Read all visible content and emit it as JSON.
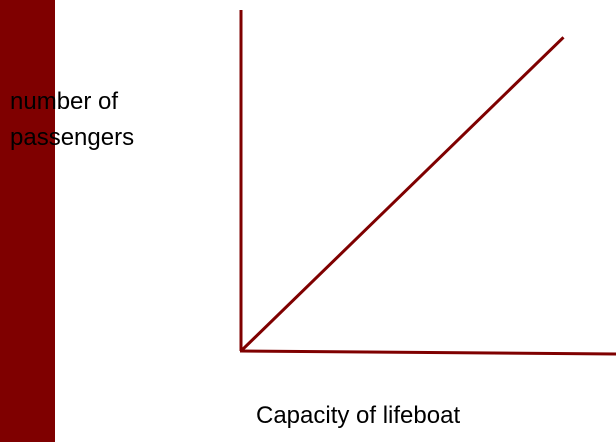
{
  "chart_data": {
    "type": "line",
    "title": "",
    "xlabel": "Capacity of lifeboat",
    "ylabel_lines": [
      "number of",
      "passengers"
    ],
    "grid": false,
    "legend": "none",
    "colors": {
      "axis": "#7f0000",
      "series": "#7f0000",
      "band": "#7f0000",
      "text": "#000000"
    },
    "xlim": [
      0,
      1
    ],
    "ylim": [
      0,
      1
    ],
    "series": [
      {
        "x": [
          0,
          0.86
        ],
        "y": [
          0,
          0.92
        ]
      }
    ]
  }
}
